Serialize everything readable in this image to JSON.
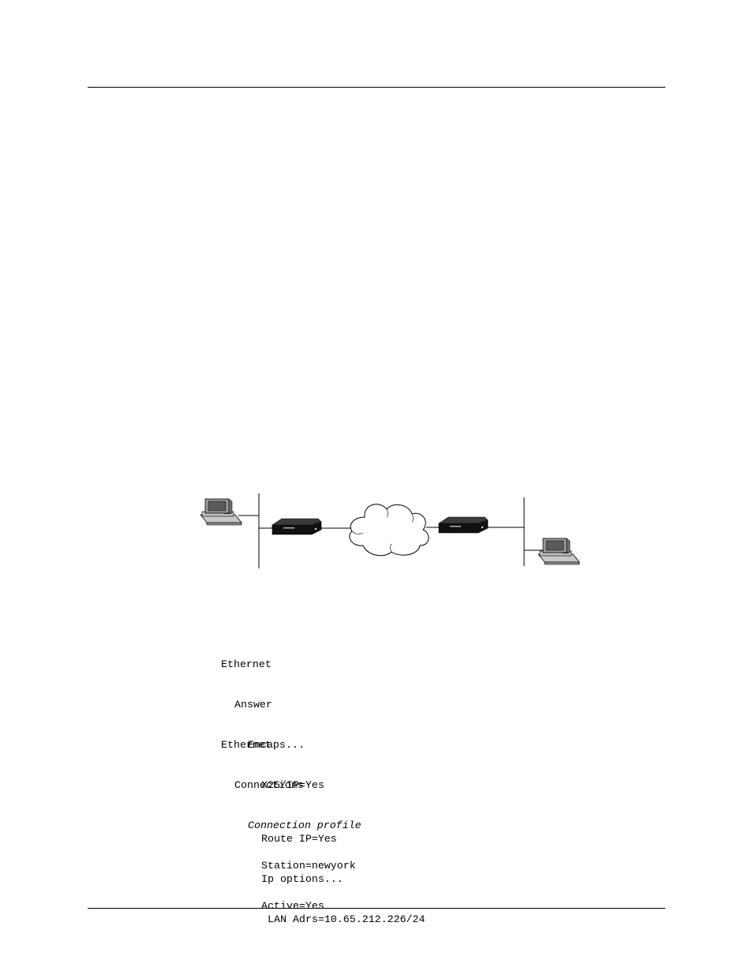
{
  "diagram": {
    "icons": [
      "workstation-icon",
      "router-icon",
      "cloud-icon",
      "router-icon",
      "workstation-icon"
    ]
  },
  "code_block_1": {
    "lines": [
      "Ethernet",
      "Answer",
      "Encaps...",
      "X25/IP=Yes"
    ]
  },
  "code_block_2": {
    "lines": [
      "Ethernet",
      "Connections",
      "Connection profile",
      "Station=newyork",
      "Active=Yes"
    ]
  },
  "code_block_3": {
    "lines": [
      "Route IP=Yes",
      "Ip options...",
      "LAN Adrs=10.65.212.226/24"
    ]
  }
}
